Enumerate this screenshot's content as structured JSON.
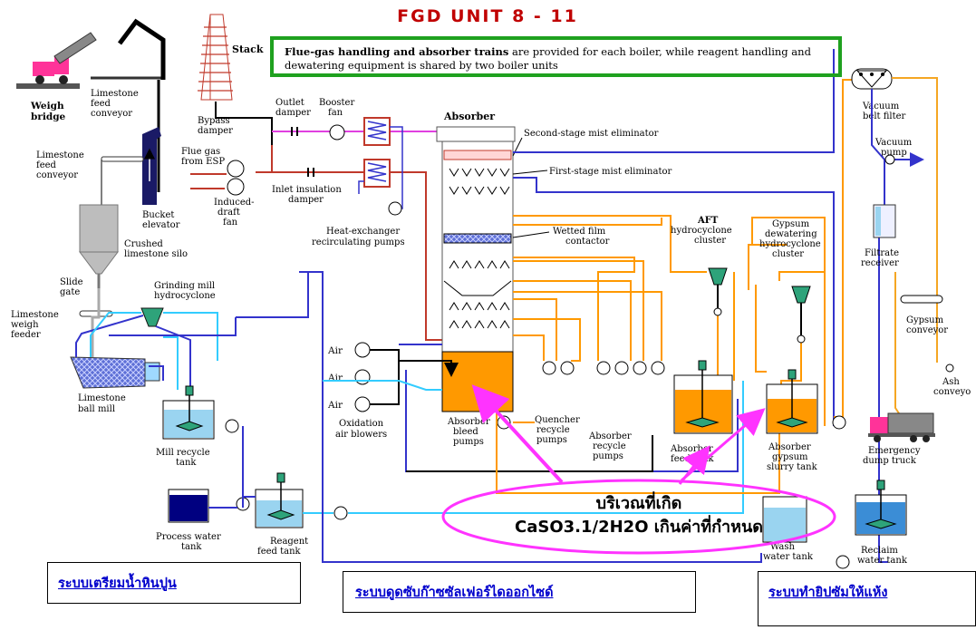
{
  "title": "FGD UNIT 8 - 11",
  "note": {
    "bold": "Flue-gas handling and absorber trains",
    "rest": " are provided for each boiler, while reagent handling and dewatering equipment is shared by two boiler units"
  },
  "labels": {
    "weigh_bridge": [
      "Weigh",
      "bridge"
    ],
    "limestone_feed_conveyor_top": [
      "Limestone",
      "feed",
      "conveyor"
    ],
    "stack": "Stack",
    "bypass_damper": [
      "Bypass",
      "damper"
    ],
    "outlet_damper": [
      "Outlet",
      "damper"
    ],
    "booster_fan": [
      "Booster",
      "fan"
    ],
    "absorber": "Absorber",
    "second_stage_me": "Second-stage mist eliminator",
    "first_stage_me": "First-stage mist eliminator",
    "limestone_feed_conveyor_left": [
      "Limestone",
      "feed",
      "conveyor"
    ],
    "flue_gas": [
      "Flue gas",
      "from ESP"
    ],
    "induced_draft_fan": [
      "Induced-",
      "draft",
      "fan"
    ],
    "inlet_damper": [
      "Inlet insulation",
      "damper"
    ],
    "bucket_elevator": [
      "Bucket",
      "elevator"
    ],
    "heat_exchanger_pumps": [
      "Heat-exchanger",
      "recirculating pumps"
    ],
    "crushed_silo": [
      "Crushed",
      "limestone silo"
    ],
    "wetted_film": [
      "Wetted film",
      "contactor"
    ],
    "aft": [
      "AFT",
      "hydrocyclone",
      "cluster"
    ],
    "gypsum_dewatering": [
      "Gypsum",
      "dewatering",
      "hydrocyclone",
      "cluster"
    ],
    "vacuum_belt_filter": [
      "Vacuum",
      "belt filter"
    ],
    "vacuum_pump": [
      "Vacuum",
      "pump"
    ],
    "filtrate_receiver": [
      "Filtrate",
      "receiver"
    ],
    "slide_gate": [
      "Slide",
      "gate"
    ],
    "grinding_mill": [
      "Grinding mill",
      "hydrocyclone"
    ],
    "limestone_weigh_feeder": [
      "Limestone",
      "weigh",
      "feeder"
    ],
    "gypsum_conveyor": [
      "Gypsum",
      "conveyor"
    ],
    "ash_conveyor": [
      "Ash",
      "conveyo"
    ],
    "limestone_ball_mill": [
      "Limestone",
      "ball mill"
    ],
    "air1": "Air",
    "air2": "Air",
    "air3": "Air",
    "oxidation_blowers": [
      "Oxidation",
      "air blowers"
    ],
    "absorber_bleed_pumps": [
      "Absorber",
      "bleed",
      "pumps"
    ],
    "quencher_pumps": [
      "Quencher",
      "recycle",
      "pumps"
    ],
    "absorber_recycle_pumps": [
      "Absorber",
      "recycle",
      "pumps"
    ],
    "absorber_feed_tank": [
      "Absorber",
      "feed tank"
    ],
    "absorber_gypsum_tank": [
      "Absorber",
      "gypsum",
      "slurry tank"
    ],
    "emergency_truck": [
      "Emergency",
      "dump truck"
    ],
    "mill_recycle_tank": [
      "Mill recycle",
      "tank"
    ],
    "process_water_tank": [
      "Process water",
      "tank"
    ],
    "reagent_feed_tank": [
      "Reagent",
      "feed tank"
    ],
    "wash_water_tank": [
      "Wash",
      "water tank"
    ],
    "reclaim_water_tank": [
      "Reclaim",
      "water tank"
    ]
  },
  "callout": {
    "line1": "บริเวณที่เกิด",
    "line2": "CaSO3.1/2H2O เกินค่าที่กำหนด"
  },
  "sections": {
    "left": "ระบบเตรียมน้ำหินปูน",
    "middle": "ระบบดูดซับก๊าซซัลเฟอร์ไดออกไซด์",
    "right": "ระบบทำยิปซัมให้แห้ง"
  },
  "colors": {
    "title": "#c00000",
    "note_border": "#1fa11f",
    "slurry": "#ff9900",
    "gypsum_line": "#f5a623",
    "flue_gas": "#c0392b",
    "clean_gas": "#e040e0",
    "water_line": "#33ccff",
    "dark_line": "#3333cc",
    "callout": "#ff33ff",
    "section_link": "#0000cc"
  }
}
